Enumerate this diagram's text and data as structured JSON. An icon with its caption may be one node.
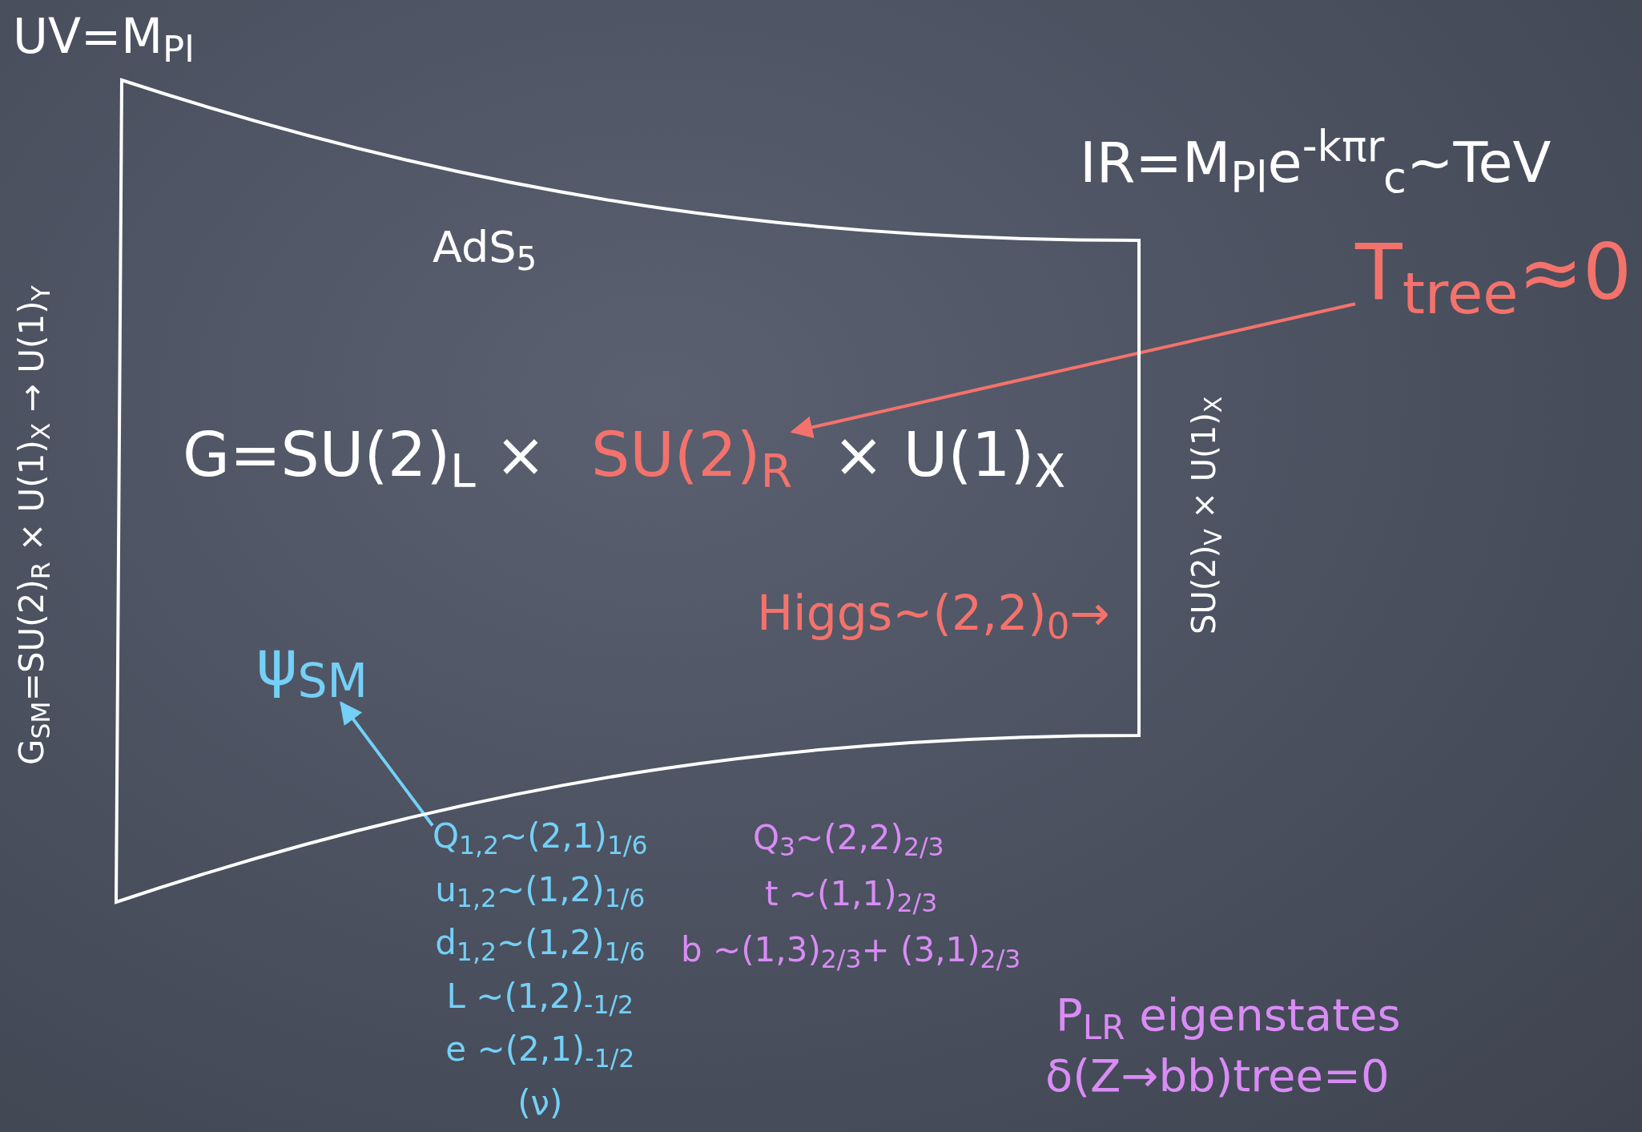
{
  "diagram": {
    "nodes": [
      {
        "text": [
          "AdS$_{5}$"
        ]
      },
      {
        "text": [
          "SU(2)$_{R}$"
        ],
        "in": 0
      },
      {
        "text": [
          "T$_{tree}$≈0"
        ]
      },
      {
        "text": [
          "ψ$_{SM}$"
        ],
        "in": 0
      },
      {
        "text": [
          "Q$_{1,2}$~(2,1)$_{1/6}$",
          "u$_{1,2}$~(1,2)$_{1/6}$",
          "d$_{1,2}$~(1,2)$_{1/6}$",
          "L ~(1,2)$_{-1/2}$",
          "e ~(2,1)$_{-1/2}$",
          "(ν)"
        ]
      }
    ],
    "edges": [
      {
        "from": 2,
        "to": 1,
        "arrow": "to",
        "color": "#f4726c"
      },
      {
        "from": 4,
        "to": 3,
        "arrow": "to",
        "color": "#74d0f7"
      }
    ],
    "labels": [
      "UV=M$_{Pl}$",
      "IR=M$_{Pl}$e$^{-kπr}$$_{c}$~TeV",
      "G=SU(2)$_{L}$ ×",
      "× U(1)$_{X}$",
      "SU(2)$_{V}$ × U(1)$_{X}$",
      "Higgs~(2,2)$_{0}$→",
      "G$_{SM}$=SU(2)$_{R}$ × U(1)$_{X}$ → U(1)$_{Y}$",
      "Q$_{3}$~(2,2)$_{2/3}$",
      "t ~(1,1)$_{2/3}$",
      "b ~(1,3)$_{2/3}$+ (3,1)$_{2/3}$",
      "P$_{LR}$ eigenstates",
      "δ(Z→bb)tree=0"
    ]
  }
}
